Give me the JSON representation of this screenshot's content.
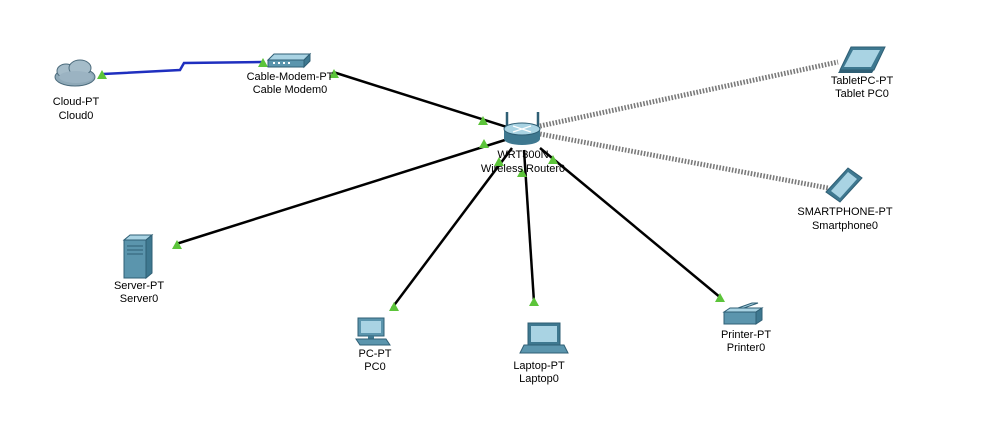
{
  "colors": {
    "ethernet": "#000000",
    "serial": "#1f2fbf",
    "wireless": "#6e6e6e",
    "link_up": "#5cc43a",
    "device_body": "#5b95ad",
    "device_dark": "#2f5f75",
    "device_light": "#a9d3e3"
  },
  "devices": [
    {
      "id": "cloud",
      "icon": "cloud-icon",
      "type": "Cloud-PT",
      "name": "Cloud0"
    },
    {
      "id": "modem",
      "icon": "cable-modem-icon",
      "type": "Cable-Modem-PT",
      "name": "Cable Modem0"
    },
    {
      "id": "router",
      "icon": "wireless-router-icon",
      "type": "WRT300N",
      "name": "Wireless Router0"
    },
    {
      "id": "tablet",
      "icon": "tablet-icon",
      "type": "TabletPC-PT",
      "name": "Tablet PC0"
    },
    {
      "id": "smartphone",
      "icon": "smartphone-icon",
      "type": "SMARTPHONE-PT",
      "name": "Smartphone0"
    },
    {
      "id": "server",
      "icon": "server-icon",
      "type": "Server-PT",
      "name": "Server0"
    },
    {
      "id": "pc",
      "icon": "pc-icon",
      "type": "PC-PT",
      "name": "PC0"
    },
    {
      "id": "laptop",
      "icon": "laptop-icon",
      "type": "Laptop-PT",
      "name": "Laptop0"
    },
    {
      "id": "printer",
      "icon": "printer-icon",
      "type": "Printer-PT",
      "name": "Printer0"
    }
  ],
  "links": [
    {
      "from": "cloud",
      "to": "modem",
      "medium": "serial"
    },
    {
      "from": "modem",
      "to": "router",
      "medium": "ethernet"
    },
    {
      "from": "router",
      "to": "server",
      "medium": "ethernet"
    },
    {
      "from": "router",
      "to": "pc",
      "medium": "ethernet"
    },
    {
      "from": "router",
      "to": "laptop",
      "medium": "ethernet"
    },
    {
      "from": "router",
      "to": "printer",
      "medium": "ethernet"
    },
    {
      "from": "router",
      "to": "tablet",
      "medium": "wireless"
    },
    {
      "from": "router",
      "to": "smartphone",
      "medium": "wireless"
    }
  ]
}
